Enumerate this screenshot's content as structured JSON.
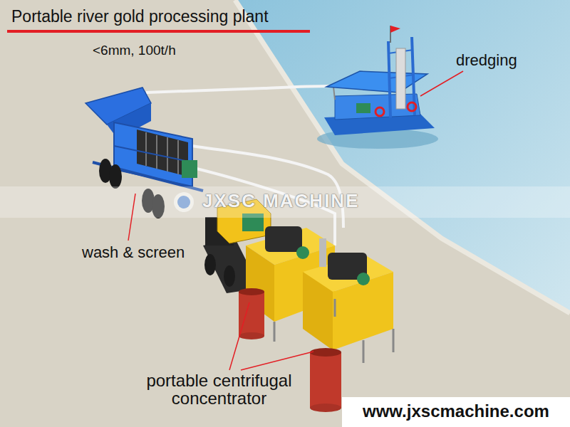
{
  "diagram": {
    "title": "Portable river gold processing plant",
    "nodes": [
      {
        "text": [
          "www.jxscmachine.com"
        ]
      }
    ],
    "labels": [
      "<6mm, 100t/h",
      "dredging",
      "wash & screen",
      "portable centrifugal concentrator",
      "JXSC MACHINE"
    ]
  }
}
